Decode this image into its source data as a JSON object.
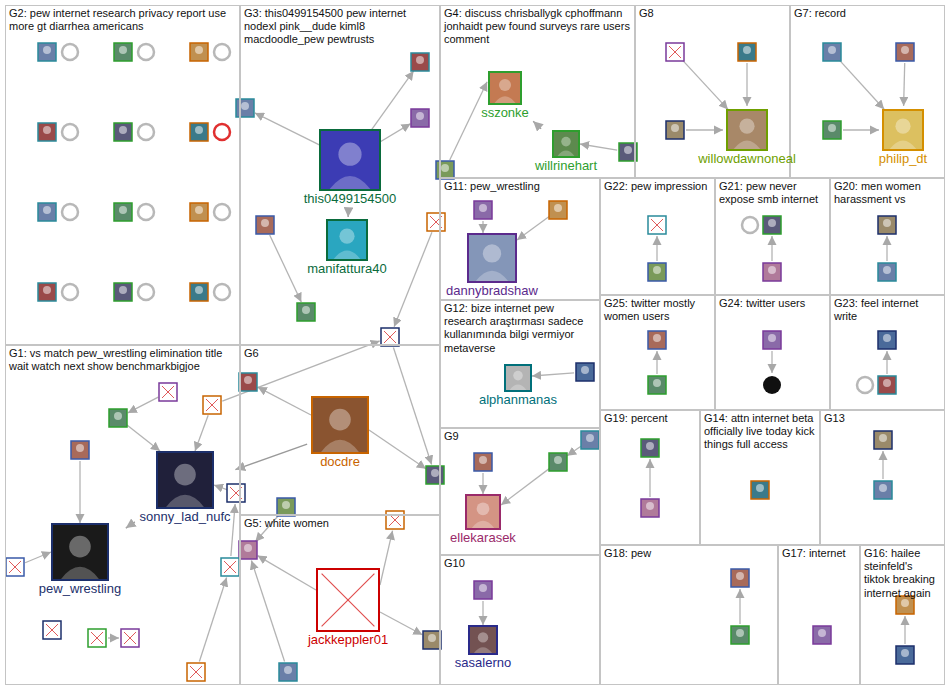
{
  "diagram": {
    "nodes": [
      {
        "text": [
          "G2: pew internet research privacy report use more gt diarrhea americans"
        ]
      },
      {
        "text": [
          "G3: this0499154500 pew internet nodexl pink__dude kiml8 macdoodle_pew pewtrusts"
        ]
      },
      {
        "text": [
          "this0499154500"
        ],
        "in": 1
      },
      {
        "text": [
          "manifattura40"
        ],
        "in": 1
      },
      {
        "text": [
          "G4: discuss chrisballygk cphoffmann jonhaidt pew found surveys rare users comment"
        ]
      },
      {
        "text": [
          "sszonke"
        ],
        "in": 4
      },
      {
        "text": [
          "willrinehart"
        ],
        "in": 4
      },
      {
        "text": [
          "G8"
        ]
      },
      {
        "text": [
          "willowdawnoneal"
        ],
        "in": 7
      },
      {
        "text": [
          "G7: record"
        ]
      },
      {
        "text": [
          "philip_dt"
        ],
        "in": 9
      },
      {
        "text": [
          "G11: pew_wrestling"
        ]
      },
      {
        "text": [
          "dannybradshaw"
        ],
        "in": 11
      },
      {
        "text": [
          "G22: pew impression"
        ]
      },
      {
        "text": [
          "G21: pew never expose smb internet"
        ]
      },
      {
        "text": [
          "G20: men women harassment vs"
        ]
      },
      {
        "text": [
          "G12: bize internet pew research araştırması sadece kullanımında bilgi vermiyor metaverse"
        ]
      },
      {
        "text": [
          "alphanmanas"
        ],
        "in": 16
      },
      {
        "text": [
          "G25: twitter mostly women users"
        ]
      },
      {
        "text": [
          "G24: twitter users"
        ]
      },
      {
        "text": [
          "G23: feel internet write"
        ]
      },
      {
        "text": [
          "G1: vs match pew_wrestling elimination title wait watch next show benchmarkbigjoe"
        ]
      },
      {
        "text": [
          "pew_wrestling"
        ],
        "in": 21
      },
      {
        "text": [
          "sonny_lad_nufc"
        ],
        "in": 21
      },
      {
        "text": [
          "G6"
        ]
      },
      {
        "text": [
          "docdre"
        ],
        "in": 24
      },
      {
        "text": [
          "G9"
        ]
      },
      {
        "text": [
          "ellekarasek"
        ],
        "in": 26
      },
      {
        "text": [
          "G19: percent"
        ]
      },
      {
        "text": [
          "G14: attn internet beta officially live today kick things full access"
        ]
      },
      {
        "text": [
          "G13"
        ]
      },
      {
        "text": [
          "G5: white women"
        ]
      },
      {
        "text": [
          "jackkeppler01"
        ],
        "in": 31
      },
      {
        "text": [
          "G10"
        ]
      },
      {
        "text": [
          "sasalerno"
        ],
        "in": 33
      },
      {
        "text": [
          "G18: pew"
        ]
      },
      {
        "text": [
          "G17: internet"
        ]
      },
      {
        "text": [
          "G16: hailee steinfeld's tiktok breaking internet again"
        ]
      }
    ],
    "edges": [
      {
        "from": 23,
        "to": 22,
        "arrow": "to"
      },
      {
        "from": 6,
        "to": 5,
        "arrow": "to"
      },
      {
        "from": 2,
        "to": 3,
        "arrow": "to"
      },
      {
        "from": 25,
        "to": 23,
        "arrow": "to"
      }
    ]
  }
}
